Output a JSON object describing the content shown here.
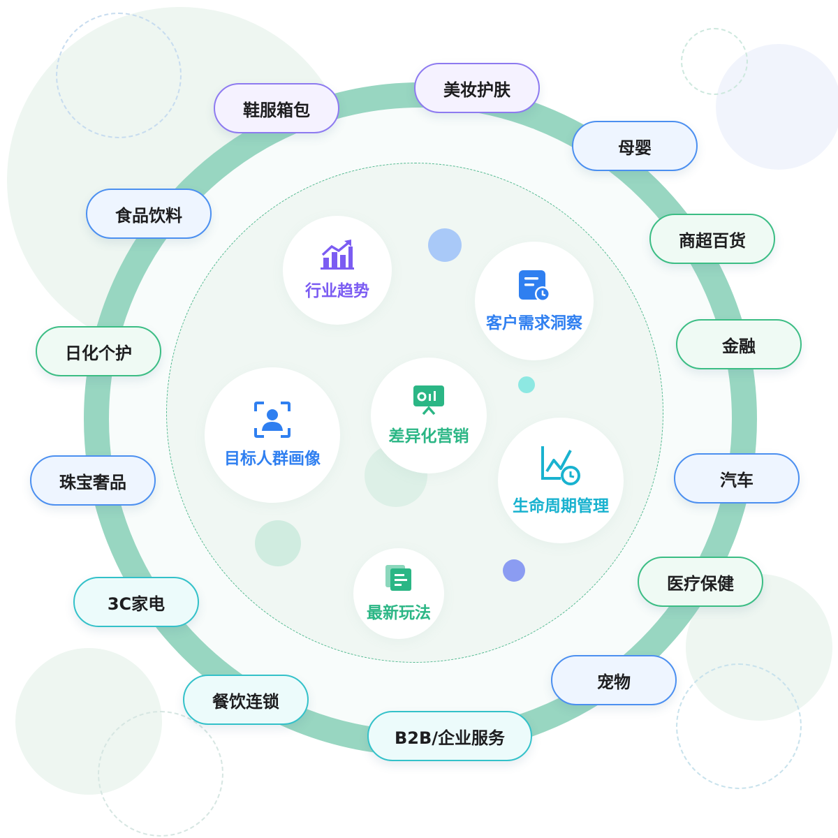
{
  "industries": [
    {
      "label": "鞋服箱包"
    },
    {
      "label": "美妆护肤"
    },
    {
      "label": "母婴"
    },
    {
      "label": "食品饮料"
    },
    {
      "label": "商超百货"
    },
    {
      "label": "金融"
    },
    {
      "label": "日化个护"
    },
    {
      "label": "珠宝奢品"
    },
    {
      "label": "汽车"
    },
    {
      "label": "医疗保健"
    },
    {
      "label": "3C家电"
    },
    {
      "label": "宠物"
    },
    {
      "label": "餐饮连锁"
    },
    {
      "label": "B2B/企业服务"
    }
  ],
  "features": {
    "industry_trend": {
      "label": "行业趋势",
      "icon": "rising-chart-icon",
      "color": "#7b5cf2"
    },
    "customer_insight": {
      "label": "客户需求洞察",
      "icon": "document-clock-icon",
      "color": "#2f7ff0"
    },
    "target_audience": {
      "label": "目标人群画像",
      "icon": "user-focus-icon",
      "color": "#2f7ff0"
    },
    "differentiated_marketing": {
      "label": "差异化营销",
      "icon": "presentation-board-icon",
      "color": "#2bb685"
    },
    "lifecycle_management": {
      "label": "生命周期管理",
      "icon": "chart-clock-icon",
      "color": "#19b2cf"
    },
    "new_playbook": {
      "label": "最新玩法",
      "icon": "file-stack-icon",
      "color": "#2bb685"
    }
  },
  "colors": {
    "ring": "#98d6c1",
    "inner_dashed": "#4fb88e",
    "pill_purple": "#8d7af0",
    "pill_blue": "#4b8ff0",
    "pill_green": "#3bbd84",
    "pill_cyan": "#33c1c9"
  }
}
